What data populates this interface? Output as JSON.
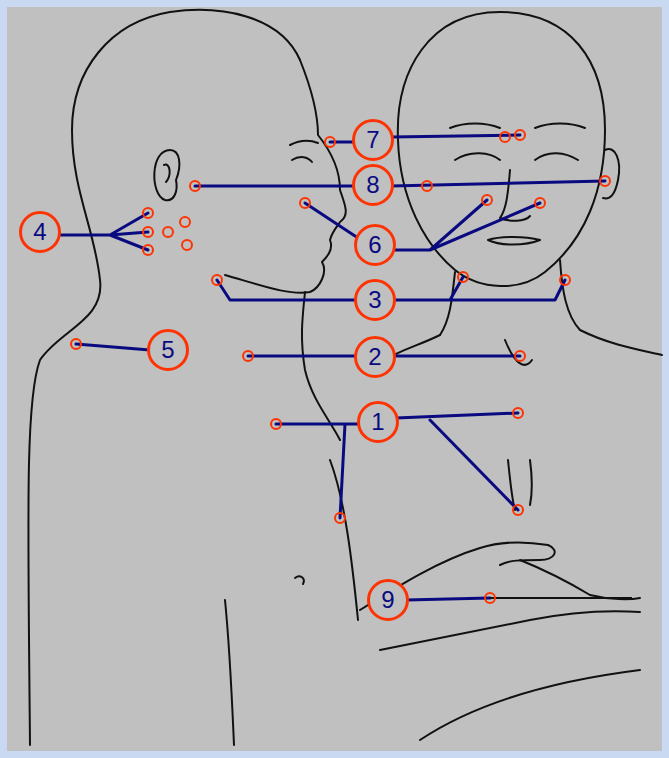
{
  "diagram": {
    "nodes": [
      {
        "text": [
          "7"
        ]
      },
      {
        "text": [
          "8"
        ]
      },
      {
        "text": [
          "4"
        ]
      },
      {
        "text": [
          "6"
        ]
      },
      {
        "text": [
          "3"
        ]
      },
      {
        "text": [
          "5"
        ]
      },
      {
        "text": [
          "2"
        ]
      },
      {
        "text": [
          "1"
        ]
      },
      {
        "text": [
          "9"
        ]
      }
    ]
  }
}
